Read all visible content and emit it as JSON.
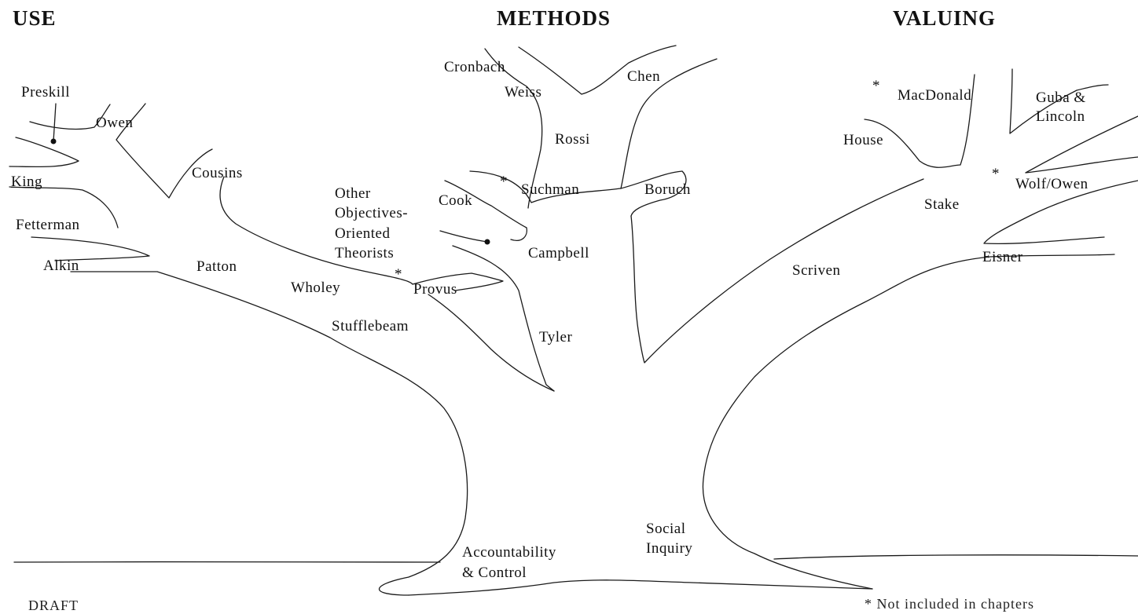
{
  "headers": {
    "use": "USE",
    "methods": "METHODS",
    "valuing": "VALUING"
  },
  "use_branch": {
    "preskill": "Preskill",
    "owen": "Owen",
    "king": "King",
    "fetterman": "Fetterman",
    "alkin": "Alkin",
    "cousins": "Cousins",
    "patton": "Patton",
    "wholey": "Wholey",
    "provus": "Provus",
    "stufflebeam": "Stufflebeam"
  },
  "methods_branch": {
    "cronbach": "Cronbach",
    "weiss": "Weiss",
    "chen": "Chen",
    "rossi": "Rossi",
    "suchman": "Suchman",
    "boruch": "Boruch",
    "cook": "Cook",
    "other_1": "Other",
    "other_2": "Objectives-",
    "other_3": "Oriented",
    "other_4": "Theorists",
    "campbell": "Campbell",
    "tyler": "Tyler"
  },
  "valuing_branch": {
    "macdonald": "MacDonald",
    "guba_1": "Guba &",
    "guba_2": "Lincoln",
    "house": "House",
    "wolf": "Wolf/Owen",
    "stake": "Stake",
    "eisner": "Eisner",
    "scriven": "Scriven"
  },
  "roots": {
    "accountability_1": "Accountability",
    "accountability_2": "& Control",
    "social_1": "Social",
    "social_2": "Inquiry"
  },
  "marks": {
    "asterisk": "*"
  },
  "footer": {
    "draft": "DRAFT",
    "note": "* Not included in chapters"
  }
}
